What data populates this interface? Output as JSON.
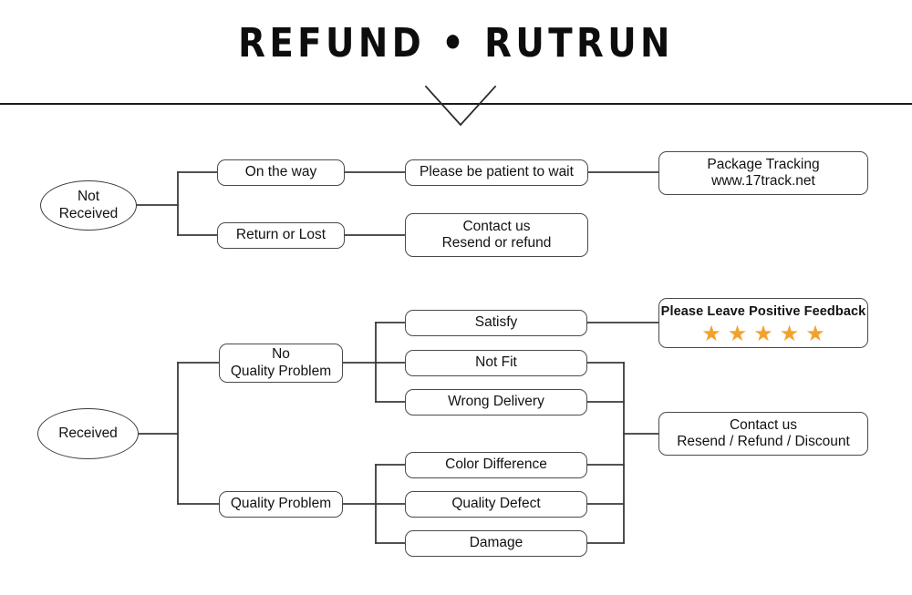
{
  "header": {
    "title": "REFUND • RUTRUN",
    "divider_icon": "horizontal-rule",
    "chevron_icon": "chevron-down-icon"
  },
  "theme": {
    "background": "#ffffff",
    "text": "#121212",
    "box_border": "#4a4a4a",
    "wire": "#3a3a3a",
    "star": "#F2A22C",
    "star_stroke": "#E08E12"
  },
  "flow_not_received": {
    "root": {
      "label_line1": "Not",
      "label_line2": "Received"
    },
    "branches": [
      {
        "label": "On the way",
        "next": {
          "label": "Please be patient to wait"
        },
        "result": {
          "label_line1": "Package Tracking",
          "label_line2": "www.17track.net"
        }
      },
      {
        "label": "Return or Lost",
        "result": {
          "label_line1": "Contact us",
          "label_line2": "Resend or refund"
        }
      }
    ]
  },
  "flow_received": {
    "root": {
      "label": "Received"
    },
    "groups": [
      {
        "label_line1": "No",
        "label_line2": "Quality Problem",
        "items": [
          {
            "label": "Satisfy"
          },
          {
            "label": "Not Fit"
          },
          {
            "label": "Wrong Delivery"
          }
        ]
      },
      {
        "label": "Quality Problem",
        "items": [
          {
            "label": "Color Difference"
          },
          {
            "label": "Quality Defect"
          },
          {
            "label": "Damage"
          }
        ]
      }
    ],
    "outcomes": {
      "feedback": {
        "text": "Please Leave Positive Feedback",
        "star_count": 5,
        "star_glyph": "★"
      },
      "contact": {
        "label_line1": "Contact us",
        "label_line2": "Resend / Refund / Discount"
      }
    }
  }
}
